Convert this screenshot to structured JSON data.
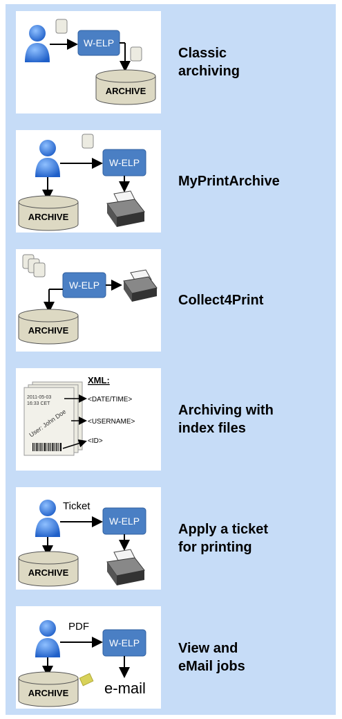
{
  "colors": {
    "panel_bg": "#c6dcf7",
    "process_box": "#4a7fc4",
    "person": "#2f6fd6",
    "archive_fill": "#ddd9c3",
    "document_fill": "#ecebe1",
    "sticky_note": "#d8d25a"
  },
  "common": {
    "process": "W-ELP",
    "archive": "ARCHIVE"
  },
  "rows": [
    {
      "label": "Classic\narchiving"
    },
    {
      "label": "MyPrintArchive"
    },
    {
      "label": "Collect4Print"
    },
    {
      "label": "Archiving with\nindex files"
    },
    {
      "label": "Apply a ticket\nfor printing"
    },
    {
      "label": "View and\neMail jobs"
    }
  ],
  "index_files": {
    "xml_title": "XML:",
    "fields": [
      "<DATE/TIME>",
      "<USERNAME>",
      "<ID>"
    ],
    "doc_date": "2011-05-03",
    "doc_time": "16:33 CET",
    "doc_user": "User: John Doe"
  },
  "ticket_label": "Ticket",
  "pdf_label": "PDF",
  "email_label": "e-mail"
}
